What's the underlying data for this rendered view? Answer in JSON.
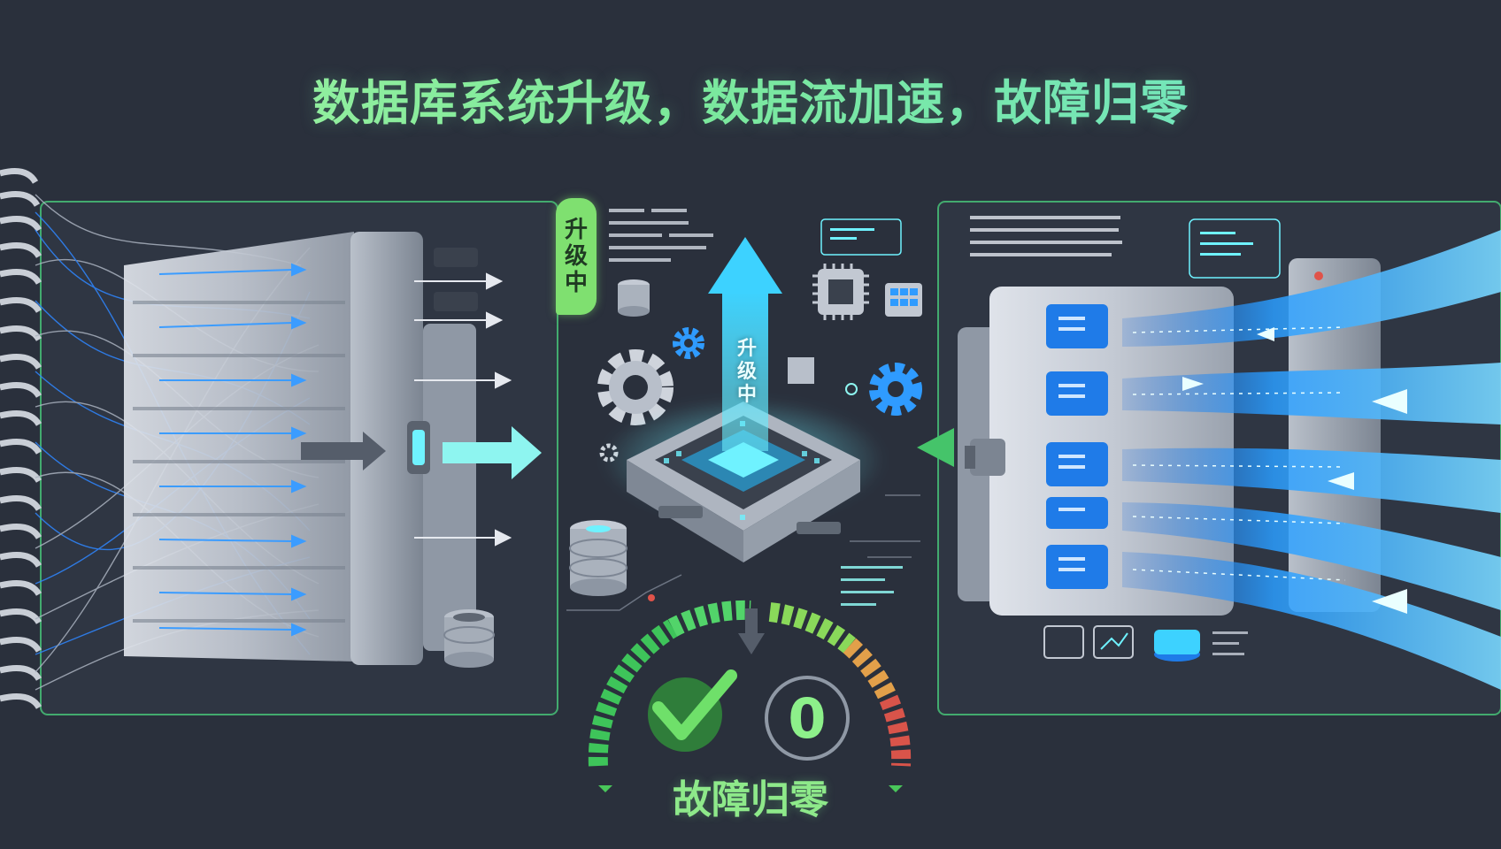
{
  "title": "数据库系统升级，数据流加速，故障归零",
  "status_tag": {
    "line1": "升",
    "line2": "级",
    "line3": "中"
  },
  "upgrade_arrow_label": {
    "line1": "升",
    "line2": "级",
    "line3": "中"
  },
  "gauge": {
    "value": "0",
    "caption": "故障归零",
    "status": "ok"
  },
  "colors": {
    "background": "#2a303c",
    "panel_border": "#4ad07a",
    "title_green": "#a9f5a0",
    "title_cyan": "#6fe3d2",
    "flow_blue": "#2ea8ff",
    "accent_green": "#5fd35a",
    "alert_red": "#e0534a"
  },
  "icons": {
    "gear": "gear-icon",
    "cpu": "cpu-chip-icon",
    "database": "database-icon",
    "check": "checkmark-icon",
    "monitor": "monitor-icon"
  }
}
